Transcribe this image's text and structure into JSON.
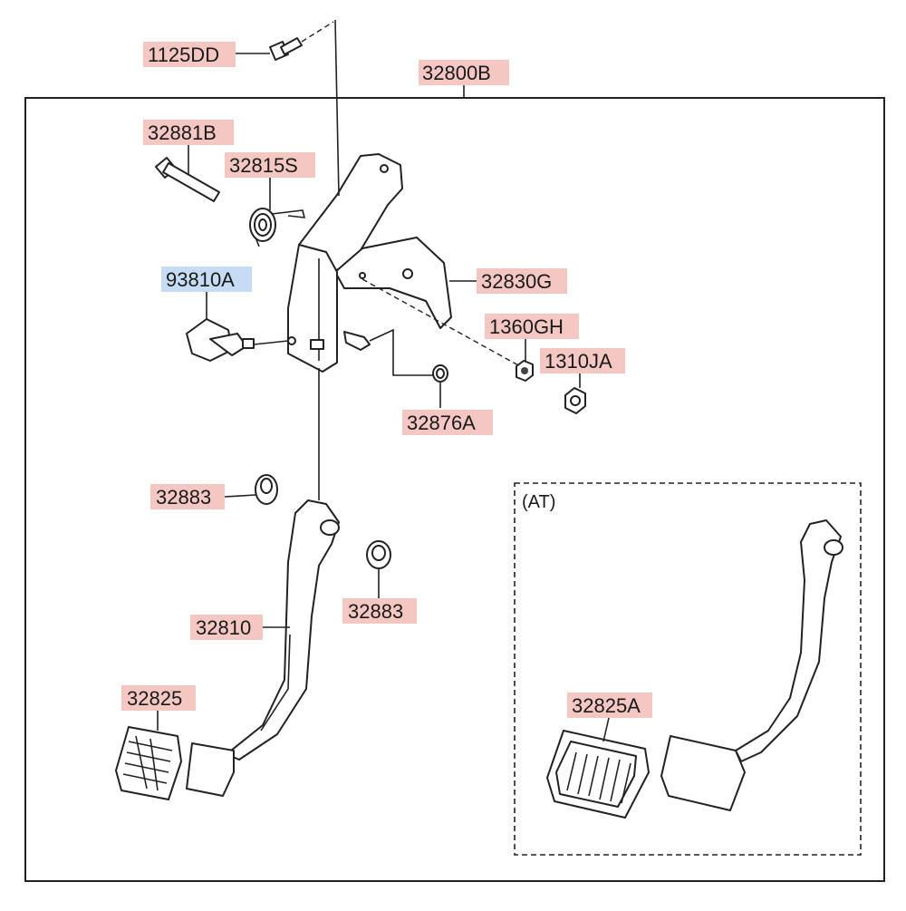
{
  "labels": {
    "p1125DD": "1125DD",
    "p32800B": "32800B",
    "p32881B": "32881B",
    "p32815S": "32815S",
    "p93810A": "93810A",
    "p32830G": "32830G",
    "p1360GH": "1360GH",
    "p1310JA": "1310JA",
    "p32876A": "32876A",
    "p32883a": "32883",
    "p32883b": "32883",
    "p32810": "32810",
    "p32825": "32825",
    "p32825A": "32825A",
    "at_section": "(AT)"
  },
  "colors": {
    "callout_highlight": "#f4c7c3",
    "callout_highlight_selected": "#c6dcf5",
    "line": "#222222"
  }
}
